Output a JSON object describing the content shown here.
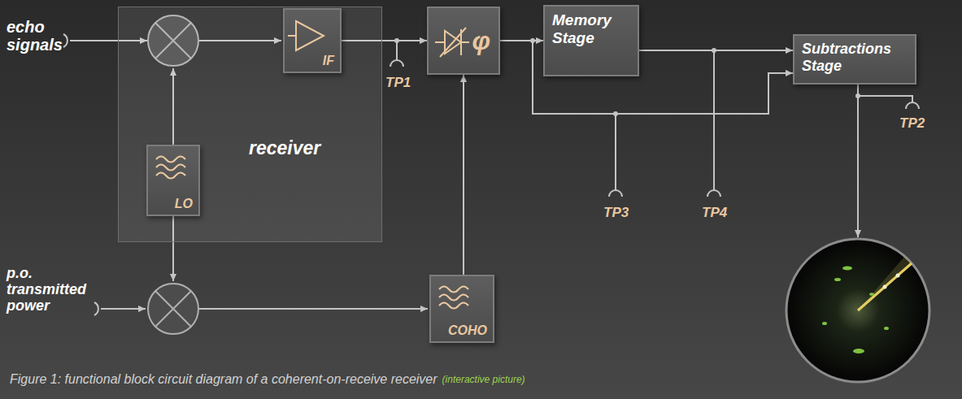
{
  "diagram": {
    "caption": "Figure 1: functional block circuit diagram of a coherent-on-receive receiver",
    "nodes": [
      {
        "text": [
          "receiver"
        ]
      },
      {
        "text": [
          "IF"
        ],
        "in": 0
      },
      {
        "text": [
          "LO"
        ],
        "in": 0
      },
      {
        "text": [
          "φ"
        ]
      },
      {
        "text": [
          "Memory Stage"
        ]
      },
      {
        "text": [
          "Subtractions Stage"
        ]
      },
      {
        "text": [
          "COHO"
        ]
      }
    ],
    "edges": [
      {
        "from": 1,
        "to": 3,
        "arrow": "to"
      },
      {
        "from": 3,
        "to": 4,
        "arrow": "to"
      },
      {
        "from": 4,
        "to": 5,
        "arrow": "to"
      },
      {
        "from": 3,
        "to": 5,
        "arrow": "to"
      },
      {
        "from": 6,
        "to": 3,
        "arrow": "to"
      }
    ],
    "labels": [
      "echo signals",
      "p.o. transmitted power",
      "TP1",
      "TP3",
      "TP4",
      "TP2",
      "(interactive picture)"
    ]
  }
}
